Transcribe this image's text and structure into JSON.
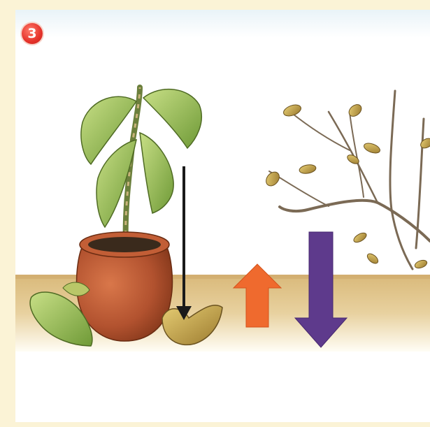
{
  "step_badge": {
    "number": "3",
    "color": "#e5322a"
  },
  "colors": {
    "soil": "#e3c892",
    "pot": "#b2522f",
    "leaf_green": "#9cc05a",
    "leaf_dry": "#c9a44a",
    "arrow_black": "#1a1a1a",
    "arrow_up_orange": "#ef6a2e",
    "arrow_down_purple": "#5e3a8c",
    "branch": "#7b6a55"
  },
  "icons": [
    "potted-plant",
    "fallen-leaves",
    "bare-branch",
    "down-arrow",
    "up-arrow"
  ]
}
